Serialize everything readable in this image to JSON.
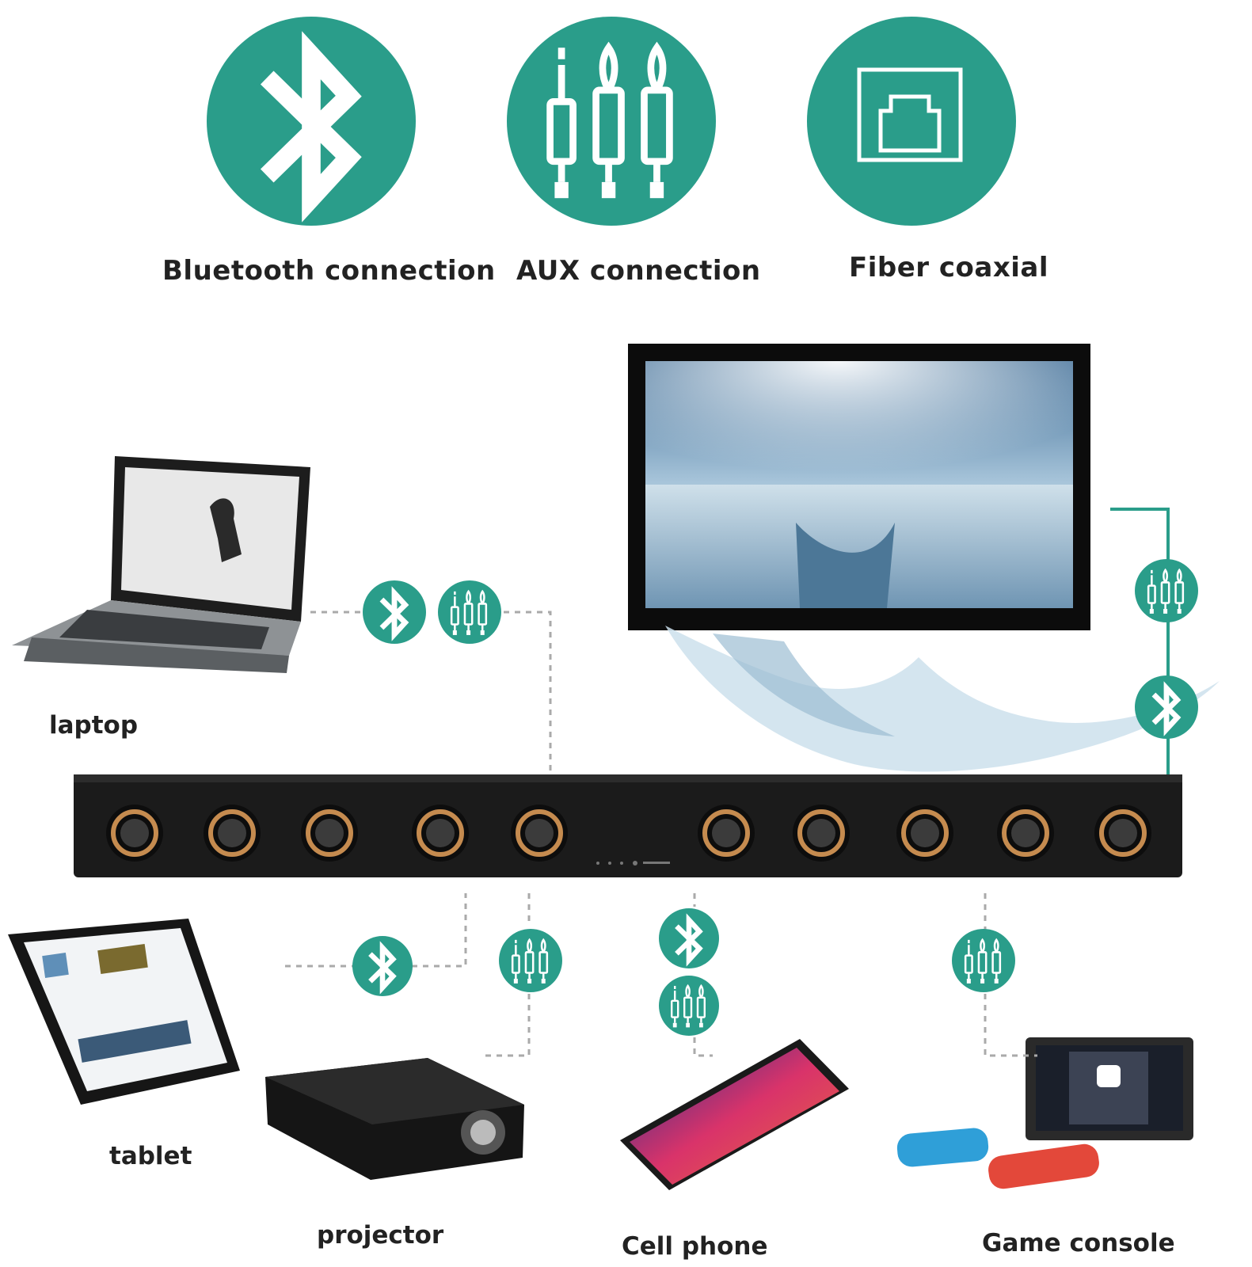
{
  "colors": {
    "accent": "#2a9d8a",
    "connector": "#2a9d8a",
    "bar": "#1b1b1b",
    "ring": "#c58b4f"
  },
  "connection_types": [
    {
      "label": "Bluetooth connection",
      "icon": "bluetooth-icon"
    },
    {
      "label": "AUX connection",
      "icon": "aux-cable-icon"
    },
    {
      "label": "Fiber coaxial",
      "icon": "optical-port-icon"
    }
  ],
  "devices": {
    "laptop": "laptop",
    "tablet": "tablet",
    "projector": "projector",
    "cell_phone": "Cell phone",
    "game_console": "Game console"
  }
}
